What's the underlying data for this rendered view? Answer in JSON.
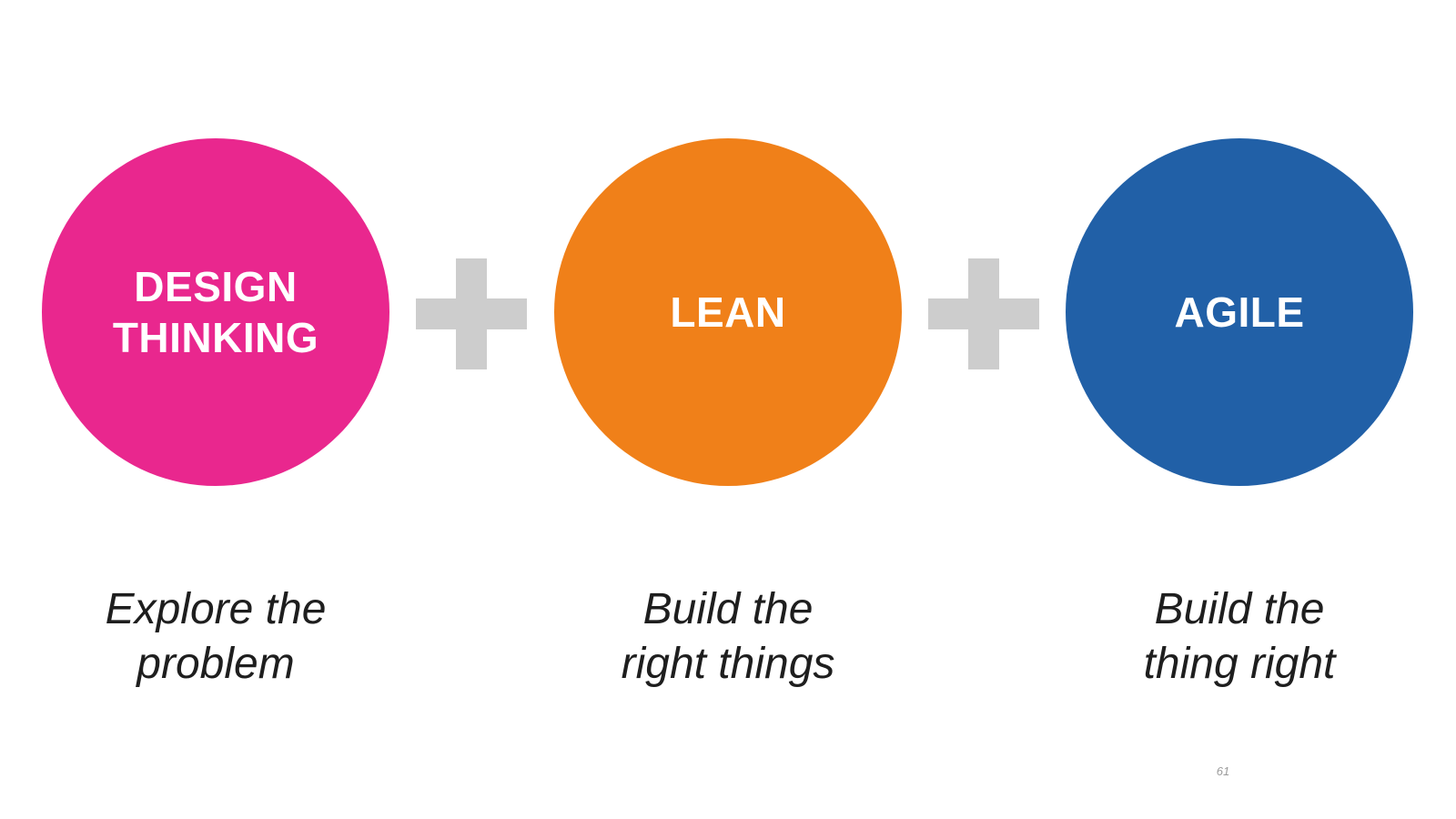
{
  "page": {
    "background_color": "#ffffff",
    "page_number": "61"
  },
  "diagram": {
    "plus_symbol_color": "#cdcdcd",
    "caption_text_color": "#1e1e1e",
    "items": [
      {
        "label": "DESIGN\nTHINKING",
        "circle_color": "#e9278e",
        "caption": "Explore the\nproblem"
      },
      {
        "label": "LEAN",
        "circle_color": "#f08019",
        "caption": "Build the\nright things"
      },
      {
        "label": "AGILE",
        "circle_color": "#2160a7",
        "caption": "Build the\nthing right"
      }
    ]
  }
}
